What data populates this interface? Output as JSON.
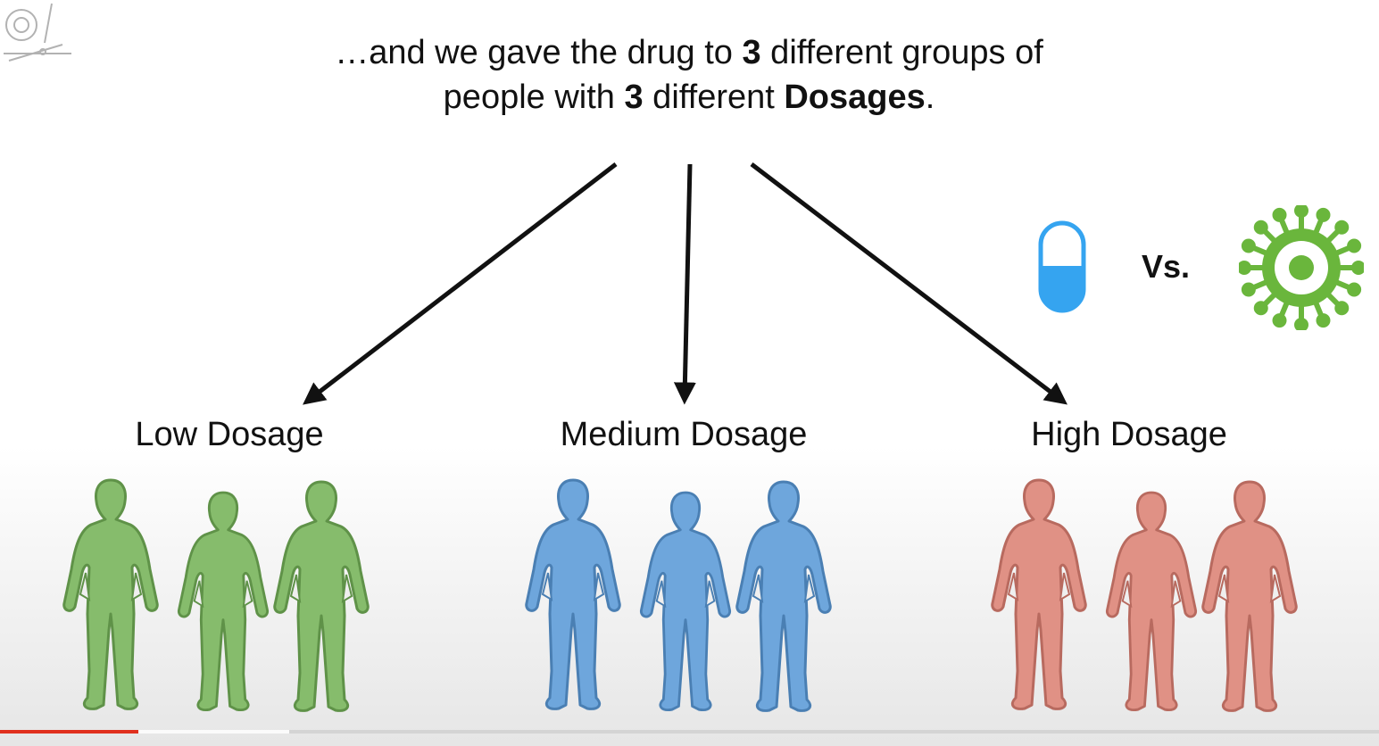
{
  "headline": {
    "part1": "…and we gave the drug to ",
    "bold1": "3",
    "part2": " different groups of people with ",
    "bold2": "3",
    "part3": " different ",
    "bold3": "Dosages",
    "part4": "."
  },
  "groups": [
    {
      "label": "Low Dosage",
      "color": "#86bc6c",
      "outline": "#5f9248"
    },
    {
      "label": "Medium Dosage",
      "color": "#6ea6dc",
      "outline": "#4a7fb3"
    },
    {
      "label": "High Dosage",
      "color": "#e09185",
      "outline": "#b86a5f"
    }
  ],
  "comparison": {
    "left_icon": "pill-icon",
    "vs_label": "Vs.",
    "right_icon": "virus-icon"
  },
  "colors": {
    "pill": "#35a4f0",
    "virus": "#6ab63c",
    "arrow": "#111111",
    "progress": "#e0301e"
  },
  "progress": {
    "played_fraction": 0.1,
    "buffered_fraction": 0.21
  }
}
